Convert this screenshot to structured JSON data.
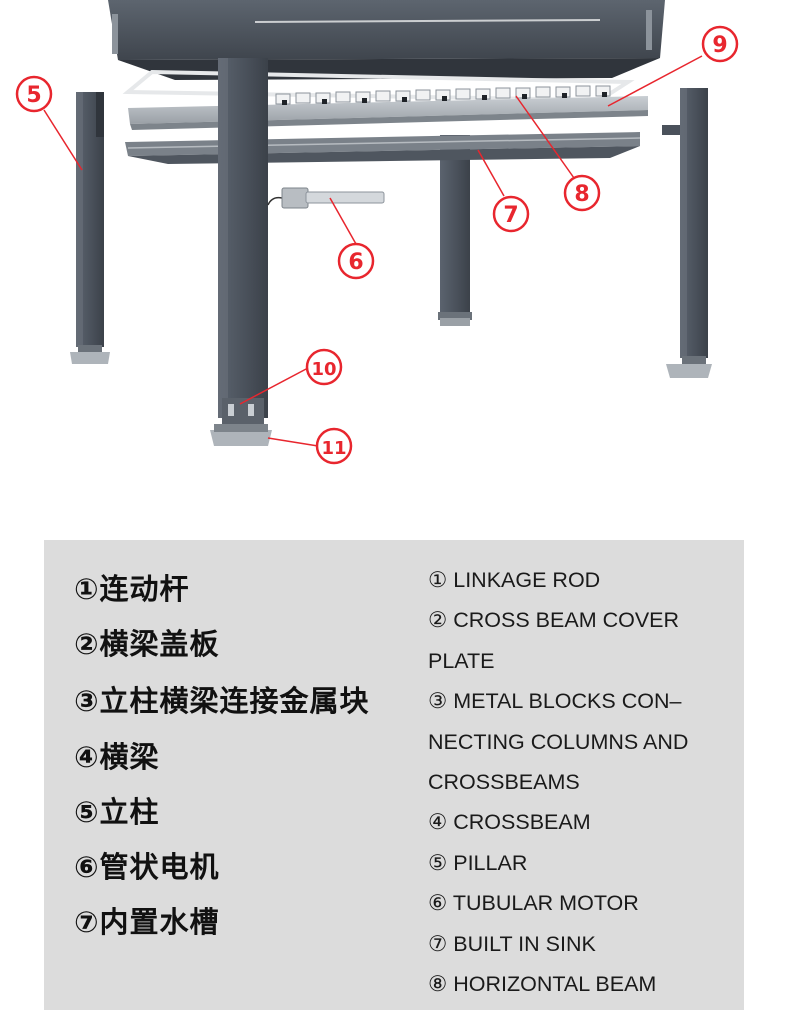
{
  "diagram": {
    "callouts": [
      {
        "id": "5",
        "label": "5"
      },
      {
        "id": "6",
        "label": "6"
      },
      {
        "id": "7",
        "label": "7"
      },
      {
        "id": "8",
        "label": "8"
      },
      {
        "id": "9",
        "label": "9"
      },
      {
        "id": "10",
        "label": "10"
      },
      {
        "id": "11",
        "label": "11"
      }
    ],
    "callout_color": "#e8262e",
    "frame_color": "#4d545e"
  },
  "legend": {
    "chinese": [
      "①连动杆",
      "②横梁盖板",
      "③立柱横梁连接金属块",
      "④横梁",
      "⑤立柱",
      "⑥管状电机",
      "⑦内置水槽"
    ],
    "english": [
      "① LINKAGE ROD",
      "② CROSS BEAM COVER PLATE",
      "③ METAL BLOCKS CON– NECTING COLUMNS AND CROSSBEAMS",
      "④ CROSSBEAM",
      "⑤ PILLAR",
      "⑥ TUBULAR MOTOR",
      "⑦ BUILT IN SINK",
      "⑧ HORIZONTAL BEAM"
    ]
  }
}
